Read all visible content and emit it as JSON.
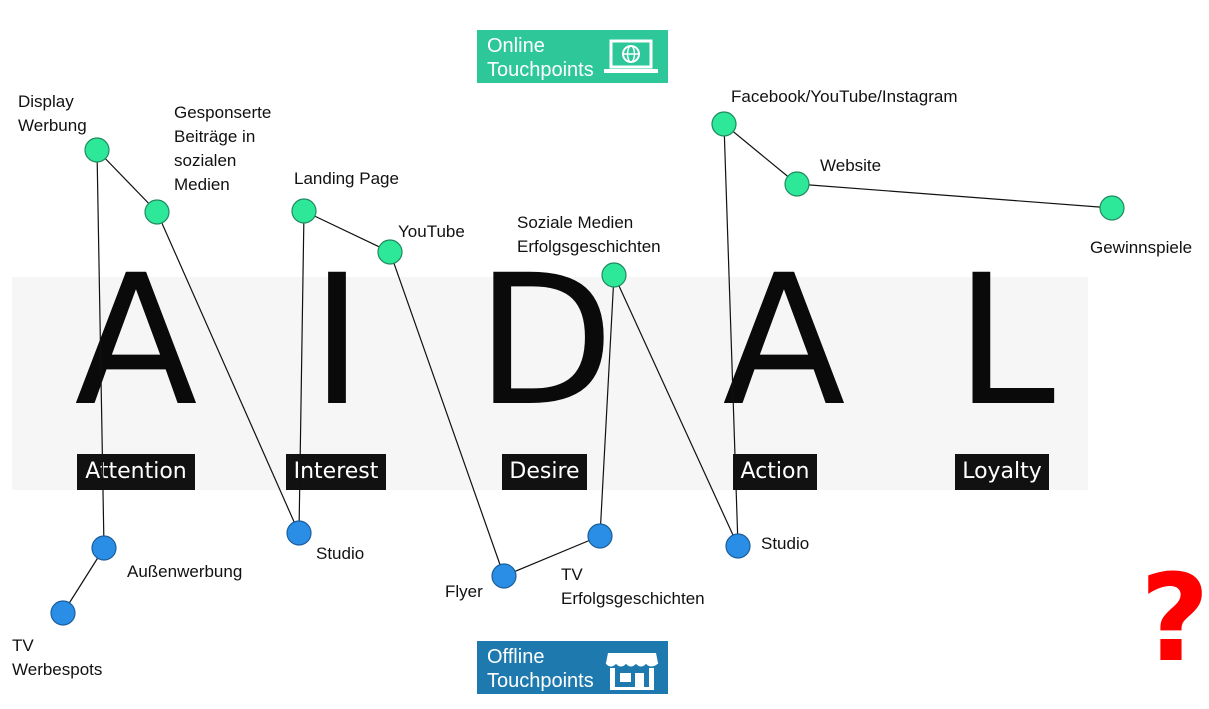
{
  "letters": [
    "A",
    "I",
    "D",
    "A",
    "L"
  ],
  "stages": [
    "Attention",
    "Interest",
    "Desire",
    "Action",
    "Loyalty"
  ],
  "online_badge": {
    "line1": "Online",
    "line2": "Touchpoints",
    "icon": "laptop-globe-icon"
  },
  "offline_badge": {
    "line1": "Offline",
    "line2": "Touchpoints",
    "icon": "storefront-icon"
  },
  "online_touchpoints": [
    "Display\nWerbung",
    "Gesponserte\nBeiträge in\nsozialen\nMedien",
    "Landing Page",
    "YouTube",
    "Soziale Medien\nErfolgsgeschichten",
    "Facebook/YouTube/Instagram",
    "Website",
    "Gewinnspiele"
  ],
  "offline_touchpoints": [
    "Außenwerbung",
    "TV\nWerbespots",
    "Studio",
    "Flyer",
    "TV\nErfolgsgeschichten",
    "Studio"
  ],
  "question_mark": "?",
  "colors": {
    "online_node": "#2ee89a",
    "offline_node": "#2a8ee6",
    "online_badge": "#2ec79a",
    "offline_badge": "#1e7aae",
    "question": "#ff0000"
  }
}
